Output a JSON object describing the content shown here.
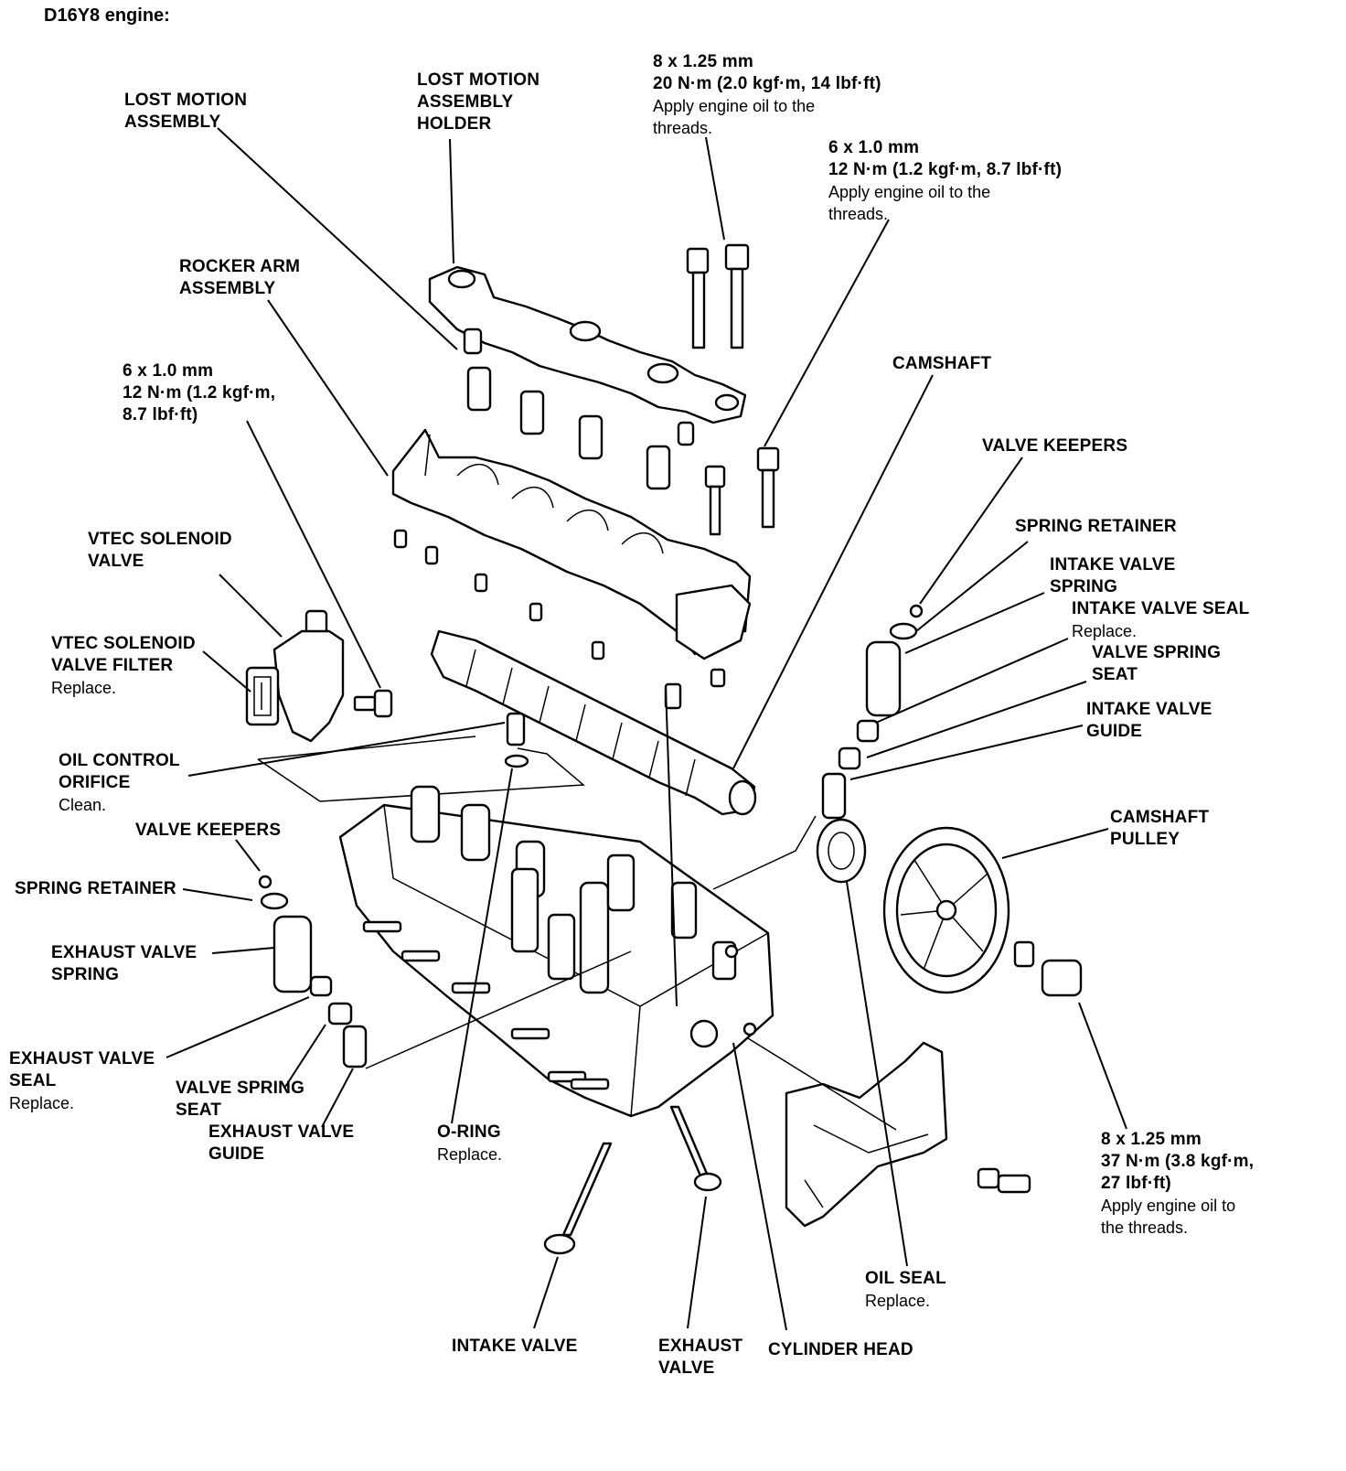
{
  "title": "D16Y8 engine:",
  "labels": {
    "lost_motion_assembly": [
      "LOST MOTION",
      "ASSEMBLY"
    ],
    "lost_motion_holder": [
      "LOST MOTION",
      "ASSEMBLY",
      "HOLDER"
    ],
    "bolt_8x125_top": {
      "spec": [
        "8 x 1.25 mm",
        "20 N·m (2.0 kgf·m, 14 lbf·ft)"
      ],
      "note": [
        "Apply engine oil to the",
        "threads."
      ]
    },
    "bolt_6x10_top": {
      "spec": [
        "6 x 1.0 mm",
        "12 N·m (1.2 kgf·m, 8.7 lbf·ft)"
      ],
      "note": [
        "Apply engine oil to the",
        "threads."
      ]
    },
    "rocker_arm_assembly": [
      "ROCKER ARM",
      "ASSEMBLY"
    ],
    "bolt_6x10_left": [
      "6 x 1.0 mm",
      "12 N·m (1.2 kgf·m,",
      "8.7 lbf·ft)"
    ],
    "camshaft": "CAMSHAFT",
    "valve_keepers_right": "VALVE KEEPERS",
    "spring_retainer_right": "SPRING RETAINER",
    "intake_valve_spring": [
      "INTAKE VALVE",
      "SPRING"
    ],
    "intake_valve_seal": {
      "name": "INTAKE VALVE SEAL",
      "note": "Replace."
    },
    "valve_spring_seat_right": [
      "VALVE SPRING",
      "SEAT"
    ],
    "intake_valve_guide": [
      "INTAKE VALVE",
      "GUIDE"
    ],
    "vtec_solenoid_valve": [
      "VTEC SOLENOID",
      "VALVE"
    ],
    "vtec_filter": {
      "name": [
        "VTEC SOLENOID",
        "VALVE FILTER"
      ],
      "note": "Replace."
    },
    "oil_control_orifice": {
      "name": [
        "OIL CONTROL",
        "ORIFICE"
      ],
      "note": "Clean."
    },
    "valve_keepers_left": "VALVE KEEPERS",
    "spring_retainer_left": "SPRING RETAINER",
    "exhaust_valve_spring": [
      "EXHAUST VALVE",
      "SPRING"
    ],
    "exhaust_valve_seal": {
      "name": [
        "EXHAUST VALVE",
        "SEAL"
      ],
      "note": "Replace."
    },
    "valve_spring_seat_left": [
      "VALVE SPRING",
      "SEAT"
    ],
    "exhaust_valve_guide": [
      "EXHAUST VALVE",
      "GUIDE"
    ],
    "o_ring": {
      "name": "O-RING",
      "note": "Replace."
    },
    "camshaft_pulley": [
      "CAMSHAFT",
      "PULLEY"
    ],
    "bolt_8x125_pulley": {
      "spec": [
        "8 x 1.25 mm",
        "37 N·m (3.8 kgf·m,",
        "27 lbf·ft)"
      ],
      "note": [
        "Apply engine oil to",
        "the threads."
      ]
    },
    "oil_seal": {
      "name": "OIL SEAL",
      "note": "Replace."
    },
    "intake_valve": "INTAKE VALVE",
    "exhaust_valve": [
      "EXHAUST",
      "VALVE"
    ],
    "cylinder_head": "CYLINDER HEAD"
  }
}
